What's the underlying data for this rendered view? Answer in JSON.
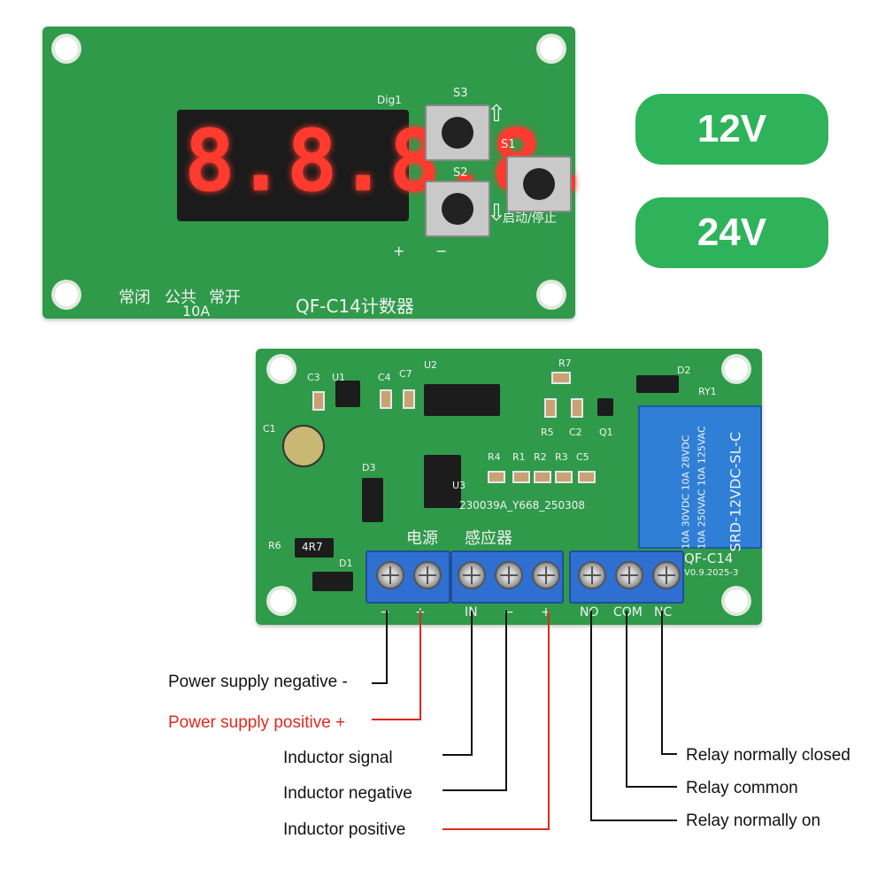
{
  "badges": {
    "v12": "12V",
    "v24": "24V"
  },
  "top_board": {
    "display_digits": "8.8.8.8.",
    "dig_label": "Dig1",
    "s3": "S3",
    "s2": "S2",
    "s1": "S1",
    "start_stop": "启动/停止",
    "relay_nc": "常闭",
    "relay_com": "公共",
    "relay_no": "常开",
    "rating": "10A",
    "model": "QF-C14计数器",
    "plus": "+",
    "minus": "−"
  },
  "bottom_board": {
    "refs": {
      "c3": "C3",
      "u1": "U1",
      "c4": "C4",
      "c7": "C7",
      "u2": "U2",
      "r7": "R7",
      "d2": "D2",
      "ry1": "RY1",
      "c1": "C1",
      "r5": "R5",
      "c2": "C2",
      "q1": "Q1",
      "r4": "R4",
      "r1": "R1",
      "r2": "R2",
      "r3": "R3",
      "c5": "C5",
      "d3": "D3",
      "u3": "U3",
      "r6": "R6",
      "d1": "D1"
    },
    "smd_r6": "4R7",
    "pcb_code": "230039A_Y668_250308",
    "power_cn": "电源",
    "sensor_cn": "感应器",
    "model": "QF-C14",
    "version": "V0.9.2025-3",
    "relay_text": [
      "SRD-12VDC-SL-C",
      "10A 250VAC  10A 125VAC",
      "10A 30VDC  10A 28VDC"
    ],
    "terminals": {
      "neg": "−",
      "pos": "+",
      "in": "IN",
      "sneg": "−",
      "spos": "+",
      "no": "NO",
      "com": "COM",
      "nc": "NC"
    }
  },
  "callouts": {
    "power_neg": "Power supply negative -",
    "power_pos": "Power supply positive +",
    "ind_signal": "Inductor signal",
    "ind_neg": "Inductor negative",
    "ind_pos": "Inductor positive",
    "relay_nc": "Relay normally closed",
    "relay_com": "Relay common",
    "relay_no": "Relay normally on"
  },
  "colors": {
    "pcb": "#2f9a4a",
    "badge": "#2fb35a",
    "highlight_red": "#e0281f",
    "terminal_blue": "#2f6fd1"
  }
}
